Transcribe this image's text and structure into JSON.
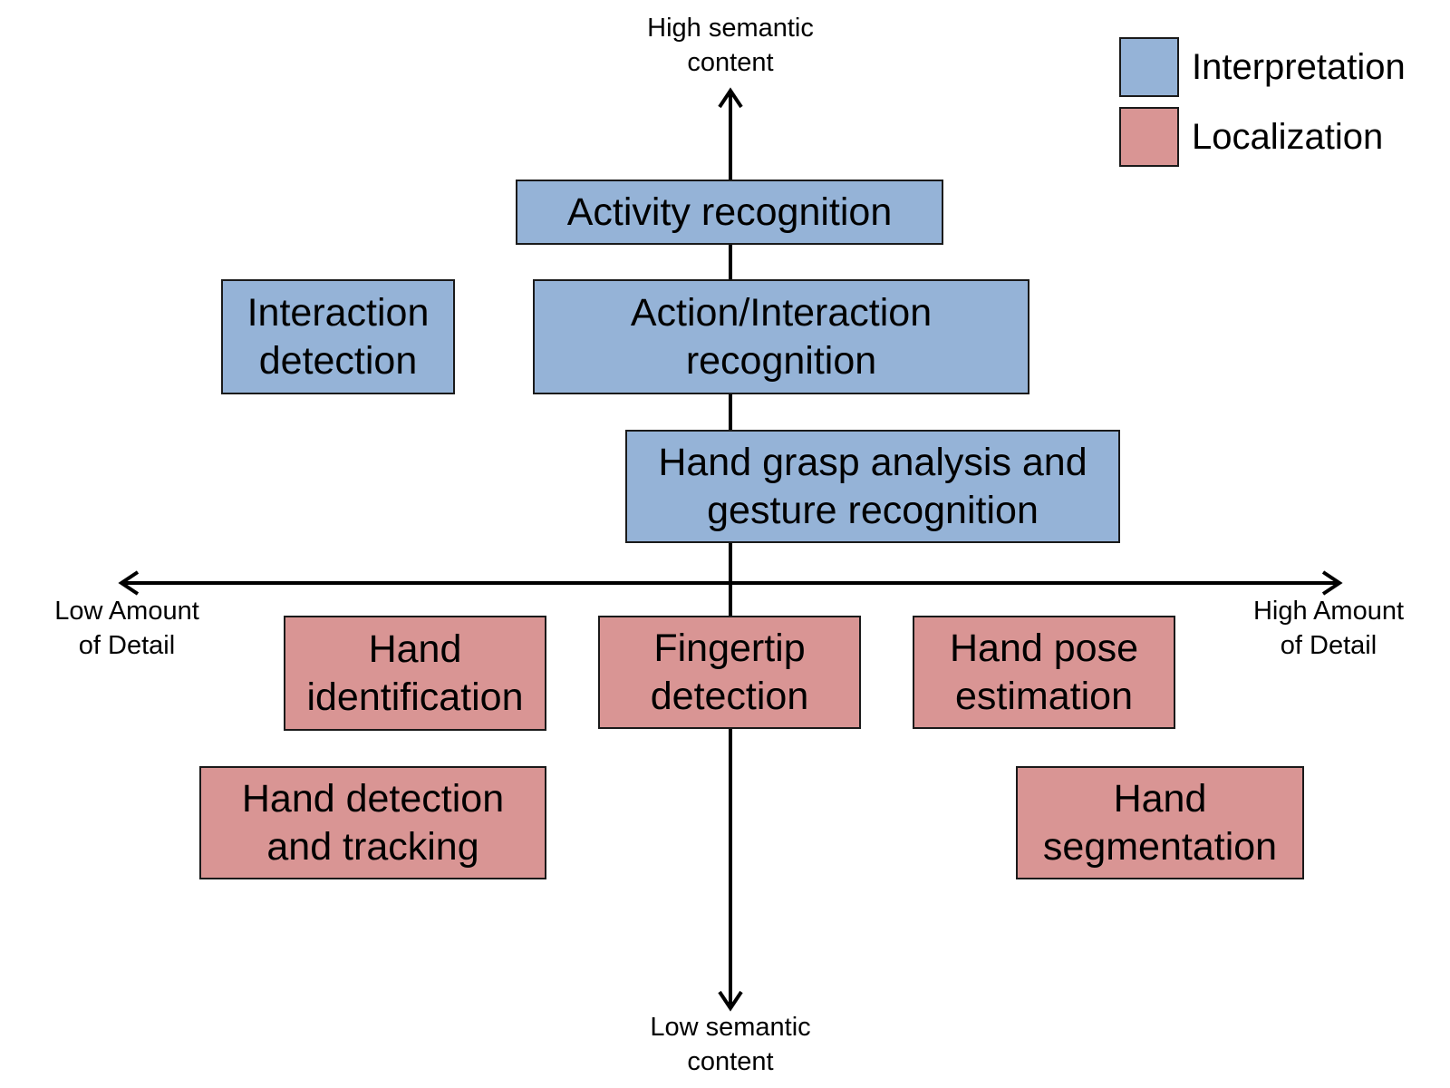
{
  "colors": {
    "interpretation": "#95b3d7",
    "localization": "#d99594",
    "axis": "#000000"
  },
  "legend": {
    "interpretation": "Interpretation",
    "localization": "Localization"
  },
  "axes": {
    "top": [
      "High semantic",
      "content"
    ],
    "bottom": [
      "Low semantic",
      "content"
    ],
    "left": [
      "Low Amount",
      "of Detail"
    ],
    "right": [
      "High Amount",
      "of Detail"
    ]
  },
  "boxes": {
    "activity": [
      "Activity recognition"
    ],
    "interaction_detection": [
      "Interaction",
      "detection"
    ],
    "action_interaction": [
      "Action/Interaction",
      "recognition"
    ],
    "grasp_gesture": [
      "Hand grasp analysis and",
      "gesture recognition"
    ],
    "hand_identification": [
      "Hand",
      "identification"
    ],
    "fingertip": [
      "Fingertip",
      "detection"
    ],
    "hand_pose": [
      "Hand pose",
      "estimation"
    ],
    "detection_tracking": [
      "Hand detection",
      "and tracking"
    ],
    "segmentation": [
      "Hand",
      "segmentation"
    ]
  }
}
